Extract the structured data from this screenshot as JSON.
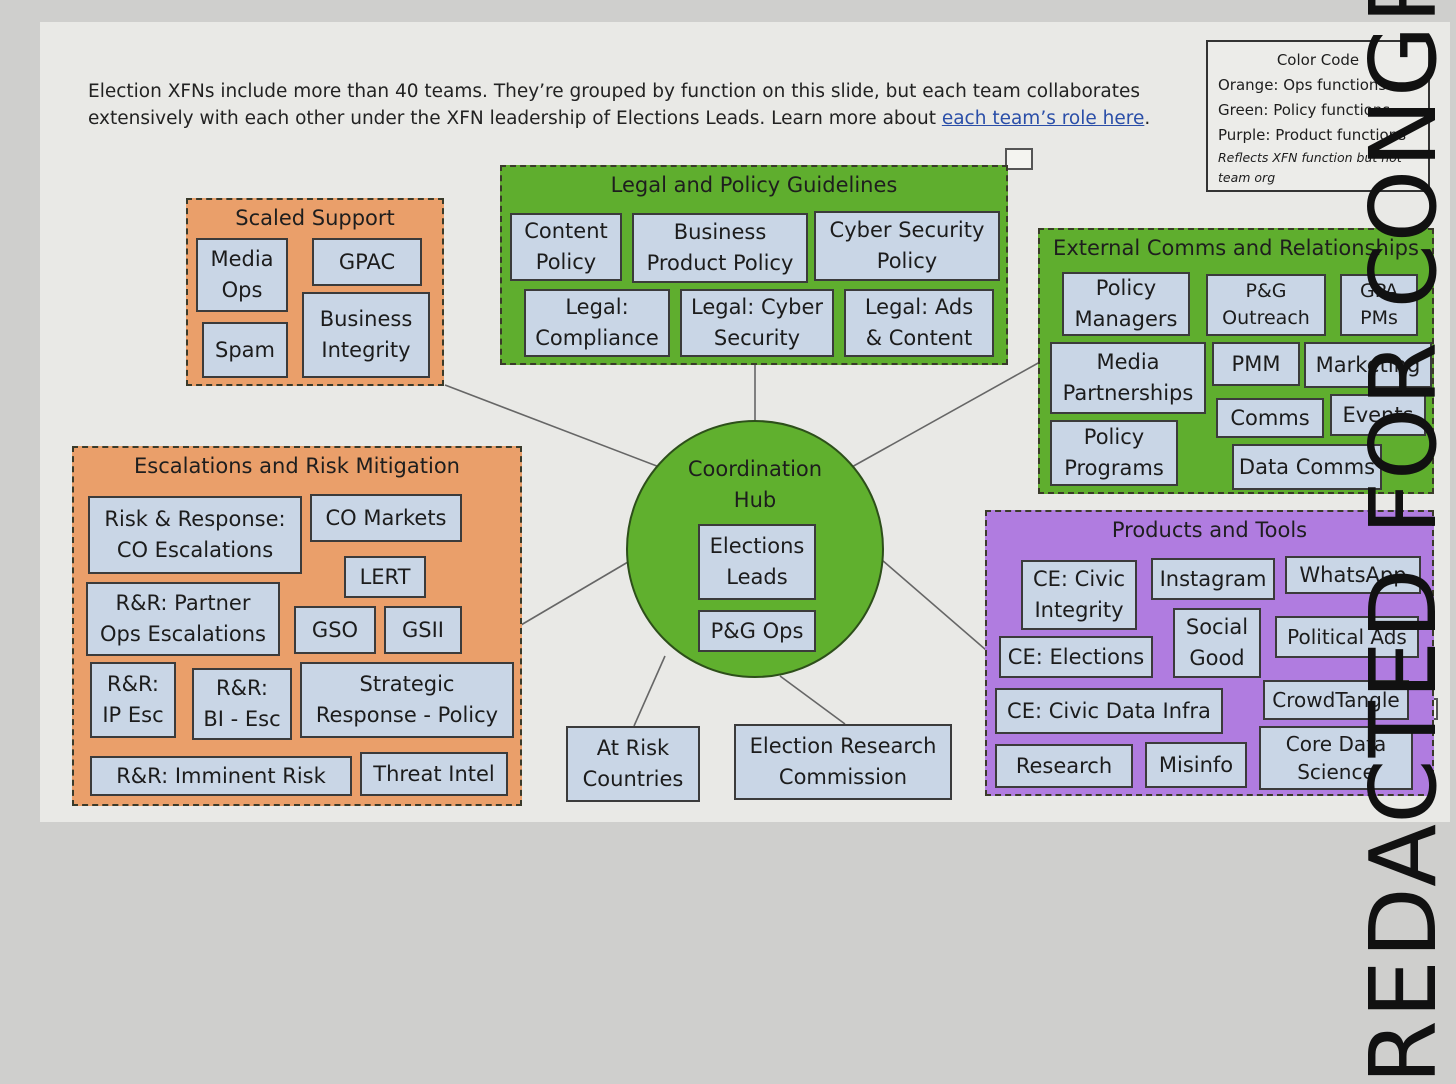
{
  "intro": {
    "text": "Election XFNs include more than 40 teams. They’re grouped by function on this slide, but each team collaborates extensively with each other under the XFN leadership of Elections Leads. Learn more about ",
    "link_text": "each team’s role here",
    "end": "."
  },
  "legend": {
    "title": "Color Code",
    "orange": "Orange: Ops functions",
    "green": "Green: Policy functions",
    "purple": "Purple: Product functions",
    "note": "Reflects XFN function but not team org"
  },
  "hub": {
    "title": "Coordination\nHub",
    "items": [
      "Elections\nLeads",
      "P&G Ops"
    ]
  },
  "groups": {
    "scaled_support": {
      "title": "Scaled Support",
      "items": [
        "Media\nOps",
        "GPAC",
        "Spam",
        "Business\nIntegrity"
      ]
    },
    "legal_policy": {
      "title": "Legal and Policy Guidelines",
      "items": [
        "Content\nPolicy",
        "Business\nProduct Policy",
        "Cyber Security\nPolicy",
        "Legal:\nCompliance",
        "Legal: Cyber\nSecurity",
        "Legal: Ads\n& Content"
      ]
    },
    "external_comms": {
      "title": "External Comms and Relationships",
      "items": [
        "Policy\nManagers",
        "P&G\nOutreach",
        "GPA\nPMs",
        "Media\nPartnerships",
        "PMM",
        "Marketing",
        "Comms",
        "Events",
        "Policy\nPrograms",
        "Data Comms"
      ]
    },
    "escalations": {
      "title": "Escalations and Risk Mitigation",
      "items": [
        "Risk & Response:\nCO Escalations",
        "CO Markets",
        "LERT",
        "R&R: Partner\nOps Escalations",
        "GSO",
        "GSII",
        "R&R:\nIP Esc",
        "R&R:\nBI - Esc",
        "Strategic\nResponse - Policy",
        "R&R: Imminent Risk",
        "Threat Intel"
      ]
    },
    "products_tools": {
      "title": "Products and Tools",
      "items": [
        "CE: Civic\nIntegrity",
        "Instagram",
        "WhatsApp",
        "Social\nGood",
        "Political Ads",
        "CE: Elections",
        "CE: Civic Data Infra",
        "CrowdTangle",
        "Research",
        "Misinfo",
        "Core Data\nScience"
      ]
    }
  },
  "standalone": [
    "At Risk\nCountries",
    "Election Research\nCommission"
  ],
  "stamp": "REDACTED FOR CONGRESS",
  "colors": {
    "orange": "#ea9f6a",
    "green": "#5fae2e",
    "purple": "#b07ce0",
    "box": "#c9d6e6"
  }
}
